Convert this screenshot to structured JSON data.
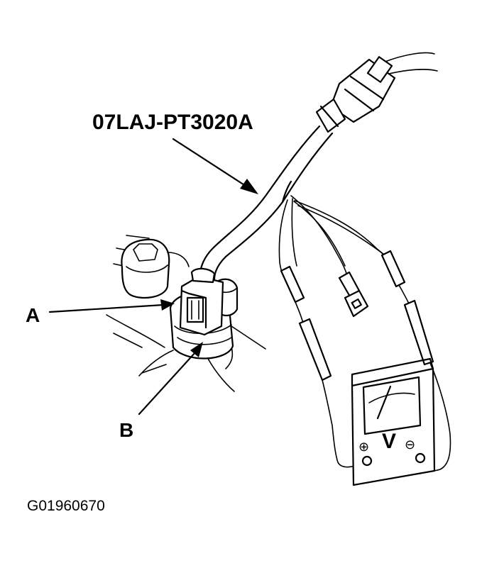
{
  "labels": {
    "tool_number": "07LAJ-PT3020A",
    "callout_a": "A",
    "callout_b": "B",
    "figure_code": "G01960670"
  },
  "meter": {
    "unit_symbol": "V",
    "positive_symbol": "⊕",
    "negative_symbol": "⊖"
  }
}
